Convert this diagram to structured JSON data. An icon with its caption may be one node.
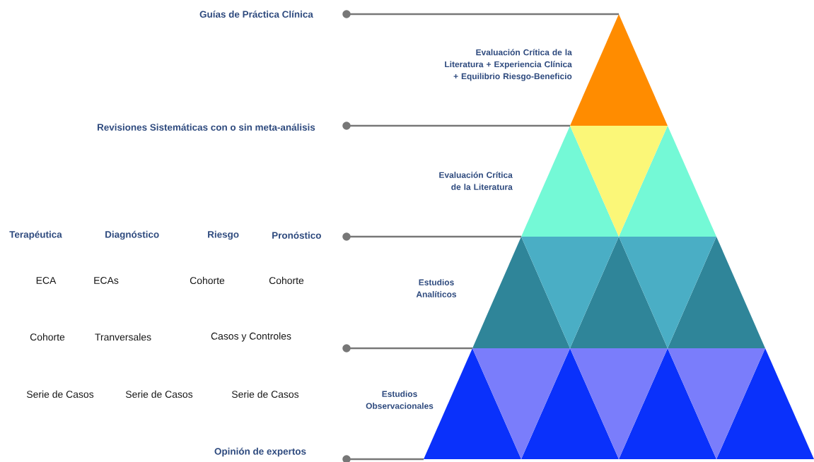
{
  "diagram": {
    "labels": [
      "Guías de Práctica Clínica",
      "Evaluación Crítica de la Literatura + Experiencia Clínica + Equilibrio Riesgo-Beneficio",
      "Revisiones Sistemáticas con o sin meta-análisis",
      "Evaluación Crítica de la Literatura",
      "Terapéutica",
      "Diagnóstico",
      "Riesgo",
      "Pronóstico",
      "ECA",
      "ECAs",
      "Cohorte",
      "Cohorte",
      "Estudios Analíticos",
      "Cohorte",
      "Tranversales",
      "Casos y Controles",
      "Serie de Casos",
      "Serie de Casos",
      "Serie de Casos",
      "Estudios Observacionales",
      "Opinión de expertos"
    ]
  }
}
